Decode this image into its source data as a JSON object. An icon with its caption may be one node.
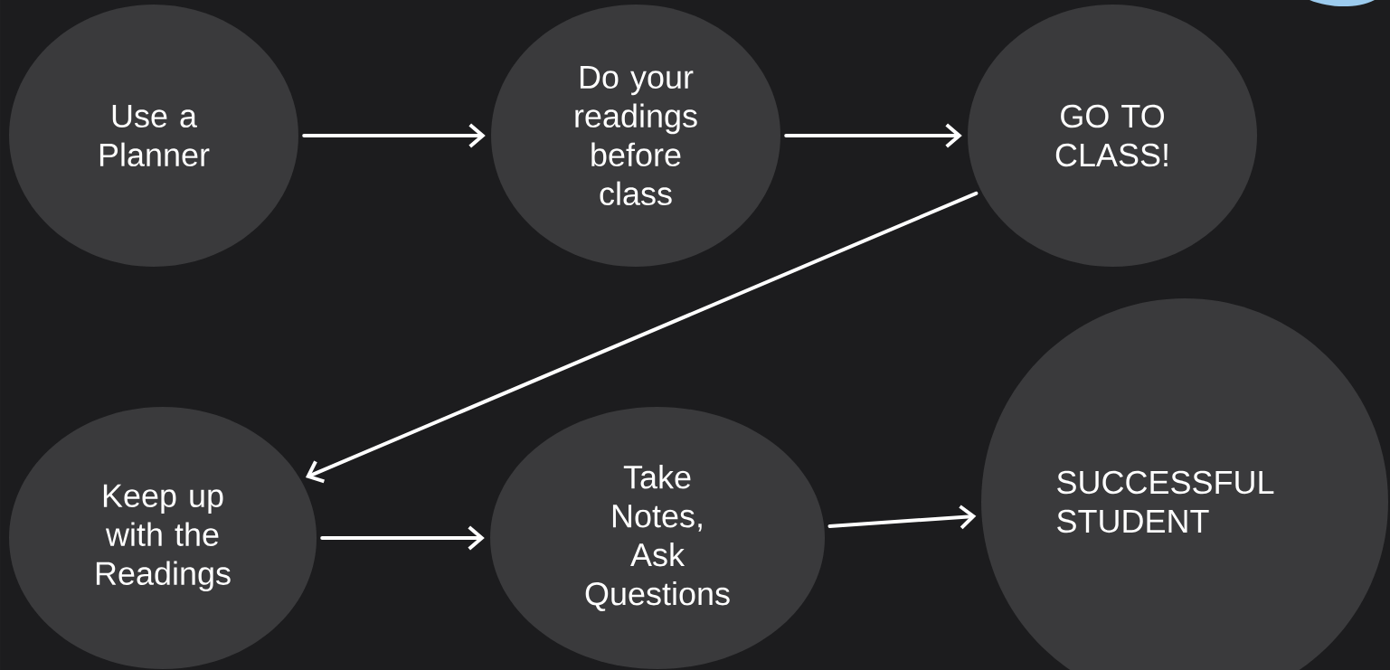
{
  "diagram": {
    "nodes": [
      {
        "text": [
          "Use a Planner"
        ]
      },
      {
        "text": [
          "Do your readings before class"
        ]
      },
      {
        "text": [
          "GO TO CLASS!"
        ]
      },
      {
        "text": [
          "Keep up with the Readings"
        ]
      },
      {
        "text": [
          "Take Notes, Ask Questions"
        ]
      },
      {
        "text": [
          "SUCCESSFUL STUDENT"
        ]
      }
    ],
    "edges": [
      {
        "from": 0,
        "to": 1,
        "arrow": "to"
      },
      {
        "from": 1,
        "to": 2,
        "arrow": "to"
      },
      {
        "from": 2,
        "to": 3,
        "arrow": "to"
      },
      {
        "from": 3,
        "to": 4,
        "arrow": "to"
      },
      {
        "from": 4,
        "to": 5,
        "arrow": "to"
      }
    ]
  }
}
